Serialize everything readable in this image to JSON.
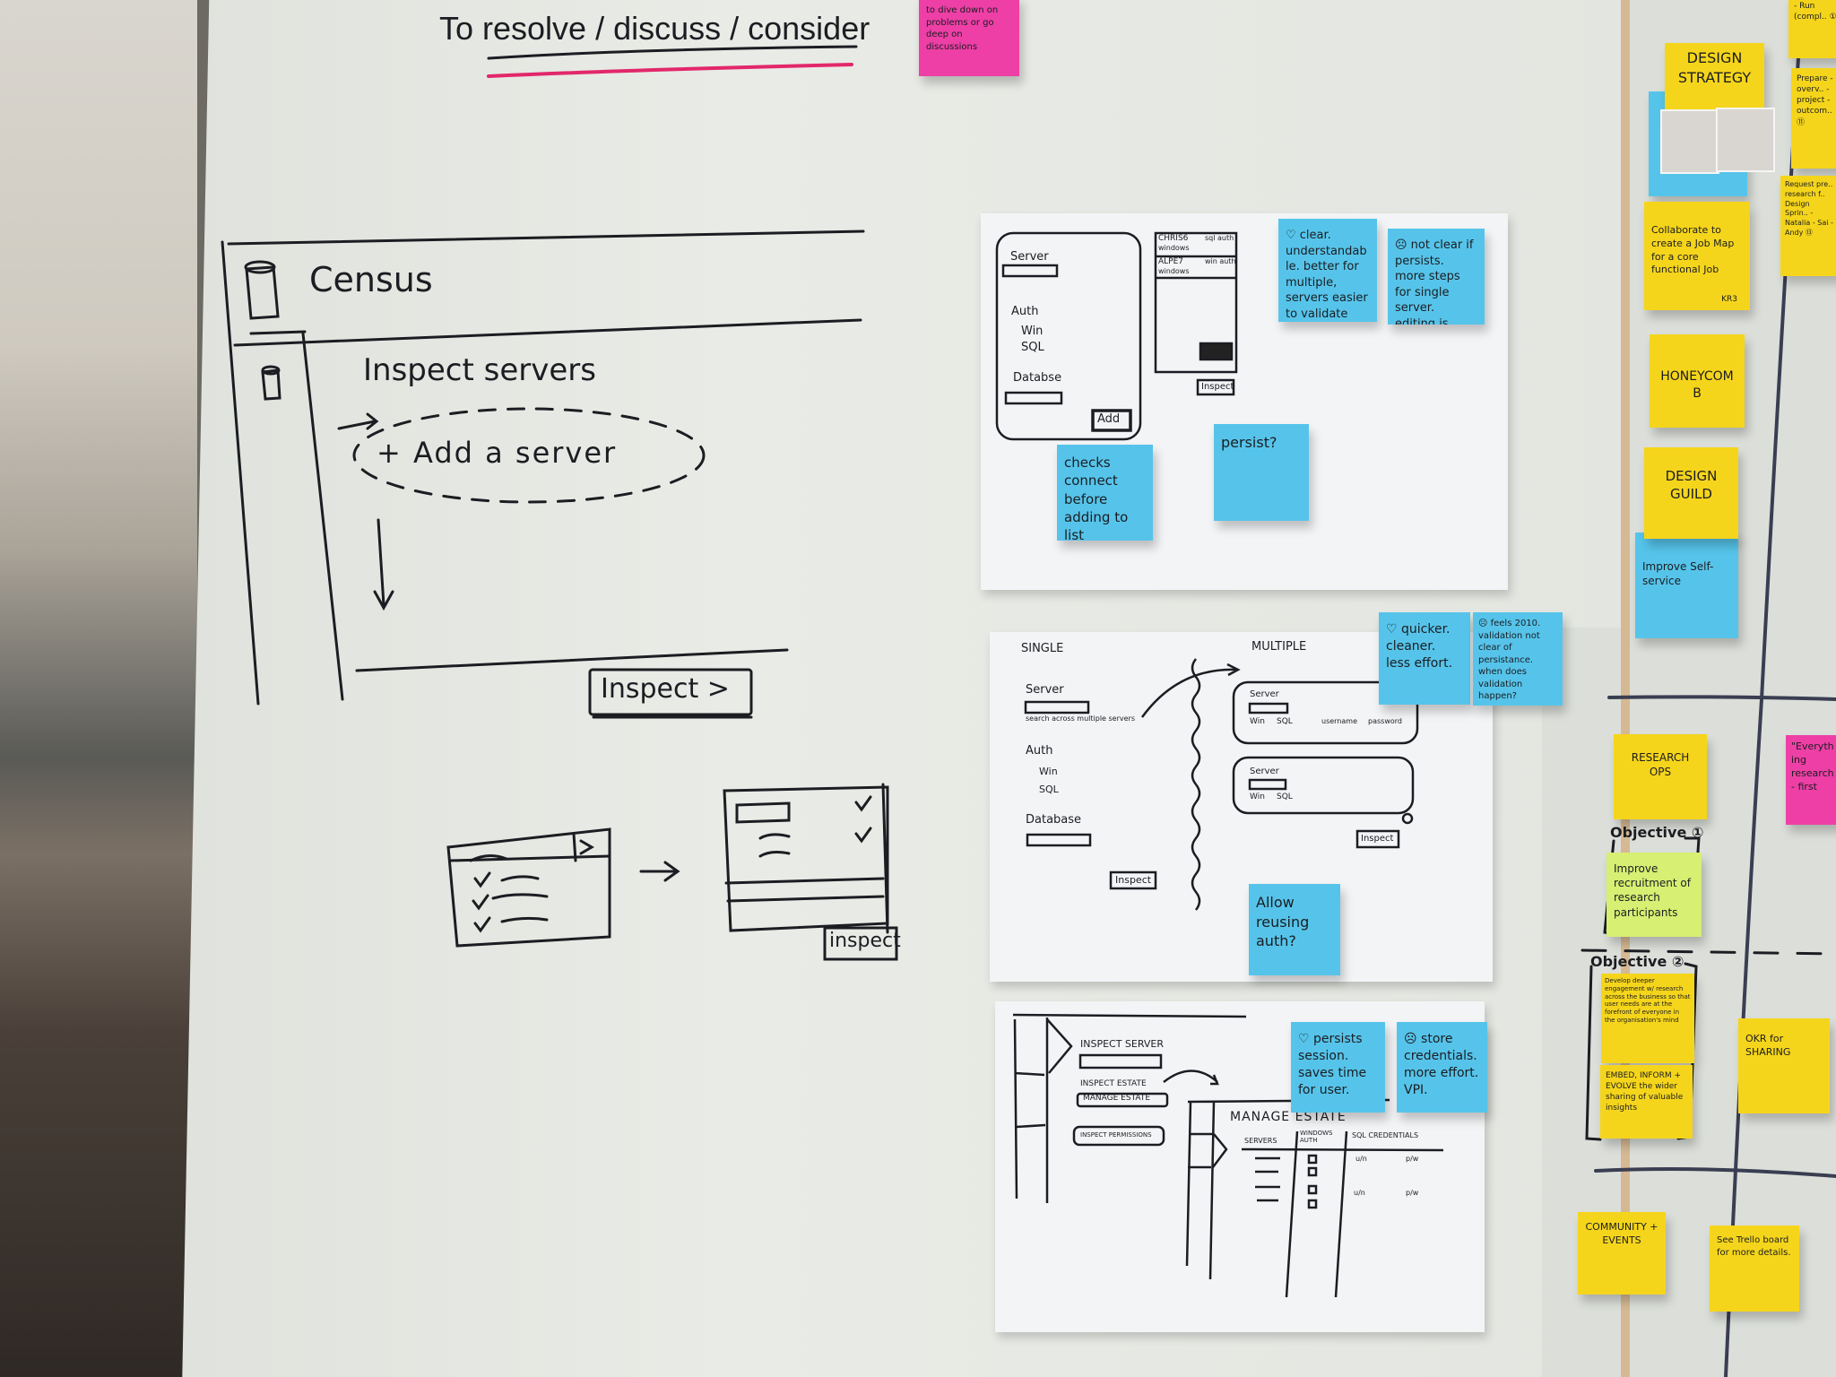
{
  "colors": {
    "sticky_blue": "#56c4ea",
    "sticky_yellow": "#f5d51b",
    "sticky_pink": "#ee3fa6",
    "sticky_green": "#d7ef72",
    "marker": "#1b1d22",
    "underline_red": "#e2276a"
  },
  "heading": {
    "title": "To resolve / discuss / consider",
    "pink_note": "to dive down on problems or go deep on discussions"
  },
  "census_sketch": {
    "app_name": "Census",
    "page_title": "Inspect servers",
    "add_server": "+ Add a server",
    "inspect_button": "Inspect >",
    "small_inspect": "inspect"
  },
  "paper1": {
    "server_label": "Server",
    "auth_label": "Auth",
    "auth_options": [
      "Win",
      "SQL"
    ],
    "database_label": "Databse",
    "add_button": "Add",
    "list": [
      {
        "name": "CHRIS6",
        "type": "windows",
        "auth": "sql auth"
      },
      {
        "name": "ALPE7",
        "type": "windows",
        "auth": "win auth"
      }
    ],
    "inspect_button": "Inspect",
    "notes": [
      "♡ clear. understandable. better for multiple, servers easier to validate",
      "☹ not clear if persists. more steps for single server. editing is harder.",
      "checks connect before adding to list",
      "persist?"
    ]
  },
  "paper2": {
    "single_title": "SINGLE",
    "multiple_title": "MULTIPLE",
    "server_label": "Server",
    "search_hint": "search across multiple servers",
    "auth_label": "Auth",
    "auth_options": [
      "Win",
      "SQL"
    ],
    "database_label": "Database",
    "inspect_button": "Inspect",
    "multi_server_label": "Server",
    "multi_auth": [
      "Win",
      "SQL"
    ],
    "username": "username",
    "password": "password",
    "multi_inspect": "Inspect",
    "notes": [
      "♡ quicker. cleaner. less effort.",
      "☹ feels 2010. validation not clear of persistance. when does validation happen?",
      "Allow reusing auth?"
    ]
  },
  "paper3": {
    "inspect_server": "INSPECT SERVER",
    "inspect_estate": "INSPECT ESTATE",
    "manage_estate_button": "MANAGE ESTATE",
    "inspect_permissions": "INSPECT PERMISSIONS",
    "manage_title": "MANAGE ESTATE",
    "columns": [
      "SERVERS",
      "WINDOWS AUTH",
      "SQL CREDENTIALS"
    ],
    "cred_fields": [
      "u/n",
      "p/w"
    ],
    "notes": [
      "♡ persists session. saves time for user.",
      "☹ store credentials. more effort. VPI."
    ]
  },
  "right_board": {
    "design_strategy": "DESIGN STRATEGY",
    "collaborate": "Collaborate to create a Job Map for a core functional Job",
    "collaborate_tag": "KR3",
    "honeycomb": "HONEYCOMB",
    "design_guild": "DESIGN GUILD",
    "improve_self_service": "Improve Self-service",
    "edge_notes": [
      "- Run (compl.. ①",
      "Prepare - overv.. - project - outcom.. ⑪",
      "Request pre.. research f.. Design Sprin.. - Natalia - Sai - Andy ⑬"
    ],
    "research_ops": "RESEARCH OPS",
    "objective1_label": "Objective ①",
    "objective1": "Improve recruitment of research participants",
    "objective2_label": "Objective ②",
    "objective2": "Develop deeper engagement w/ research across the business so that user needs are at the forefront of everyone in the organisation's mind",
    "objective2b": "EMBED, INFORM + EVOLVE the wider sharing of valuable insights",
    "okr": "OKR for SHARING",
    "pink_quote": "\"Everything research - first",
    "community": "COMMUNITY + EVENTS",
    "trello": "See Trello board for more details."
  }
}
